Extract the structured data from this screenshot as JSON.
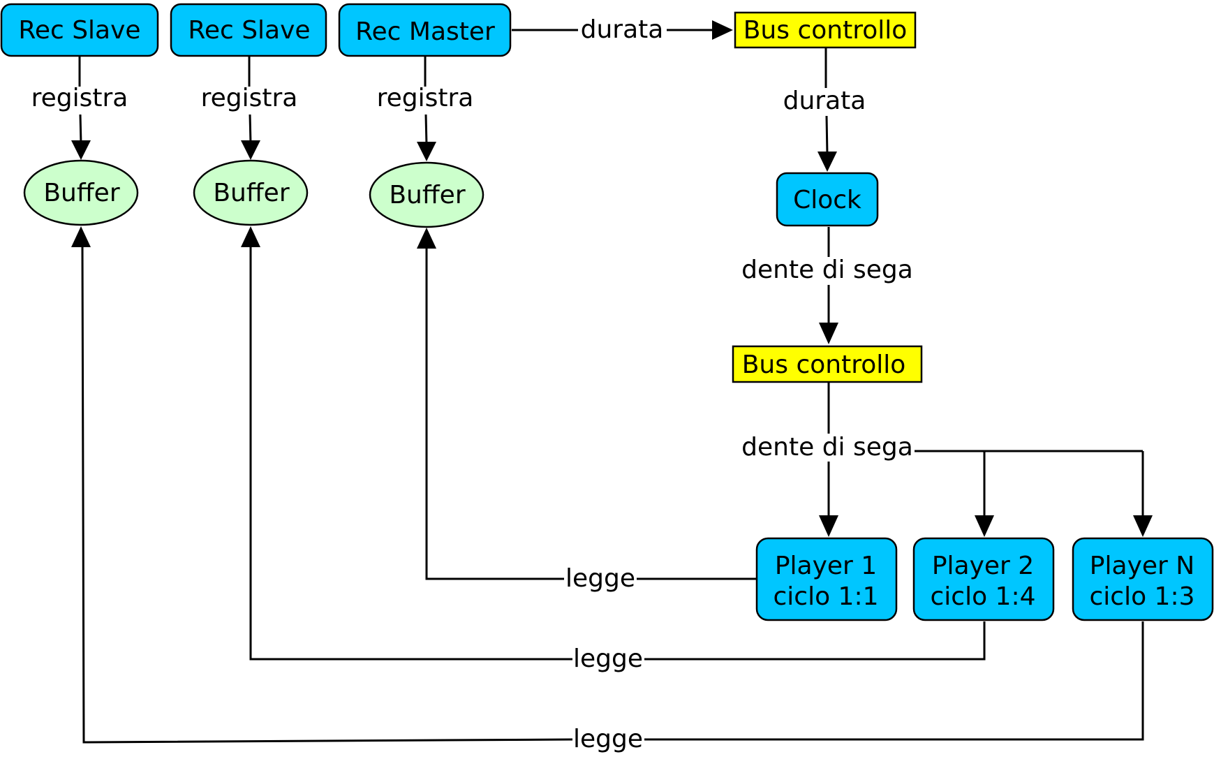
{
  "colors": {
    "module_fill": "#00c6ff",
    "bus_fill": "#ffff00",
    "buffer_fill": "#ccffcc",
    "line": "#000000"
  },
  "nodes": {
    "rec_slave_1": "Rec Slave",
    "rec_slave_2": "Rec Slave",
    "rec_master": "Rec Master",
    "bus_controllo_1": "Bus controllo",
    "buffer_1": "Buffer",
    "buffer_2": "Buffer",
    "buffer_3": "Buffer",
    "clock": "Clock",
    "bus_controllo_2": "Bus controllo",
    "player_1": {
      "line1": "Player 1",
      "line2": "ciclo 1:1"
    },
    "player_2": {
      "line1": "Player 2",
      "line2": "ciclo 1:4"
    },
    "player_n": {
      "line1": "Player N",
      "line2": "ciclo 1:3"
    }
  },
  "edges": {
    "registra_1": "registra",
    "registra_2": "registra",
    "registra_3": "registra",
    "durata_top": "durata",
    "durata_mid": "durata",
    "dente_1": "dente di sega",
    "dente_2": "dente di sega",
    "legge_1": "legge",
    "legge_2": "legge",
    "legge_3": "legge"
  }
}
